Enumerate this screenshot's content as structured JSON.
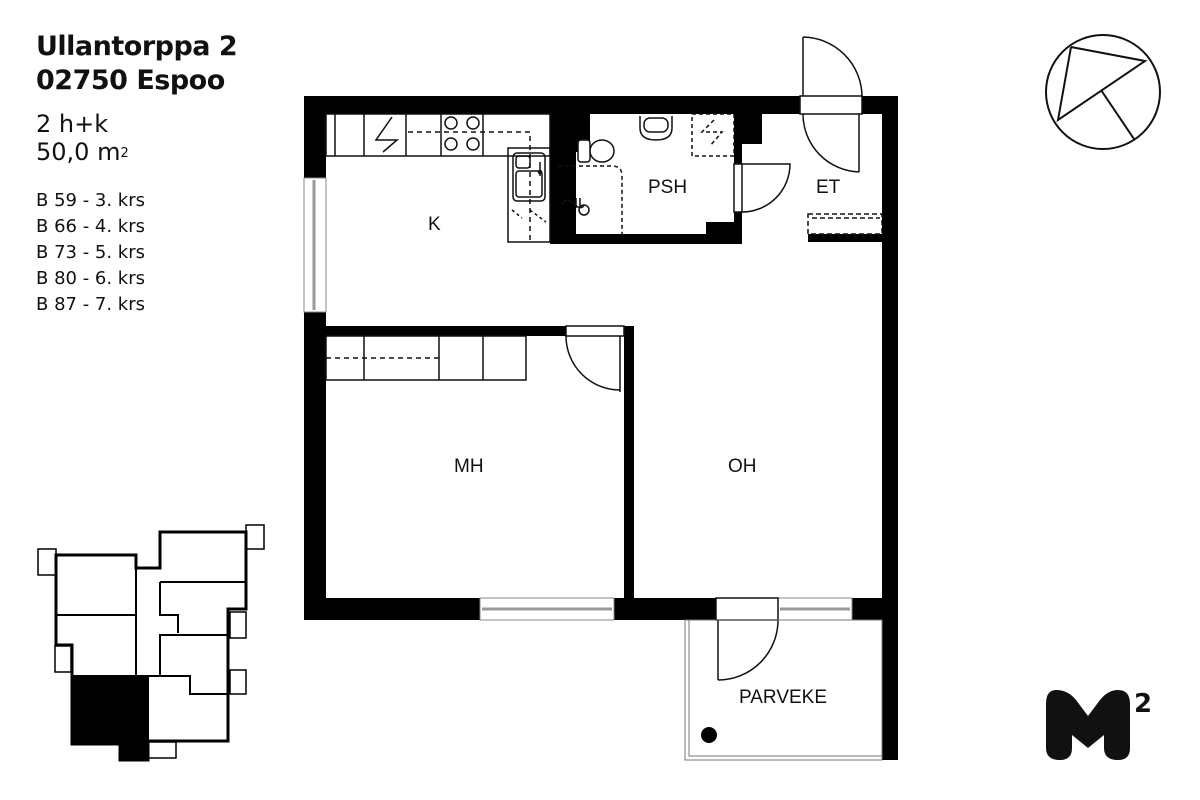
{
  "header": {
    "address_line1": "Ullantorppa 2",
    "address_line2": "02750 Espoo",
    "apartment_type": "2 h+k",
    "area_value": "50,0 m",
    "area_unit_sup": "2"
  },
  "floors": [
    {
      "label": "B 59 - 3. krs"
    },
    {
      "label": "B 66 - 4. krs"
    },
    {
      "label": "B 73 - 5. krs"
    },
    {
      "label": "B 80 - 6. krs"
    },
    {
      "label": "B 87 - 7. krs"
    }
  ],
  "rooms": {
    "kitchen": "K",
    "bathroom": "PSH",
    "entrance": "ET",
    "bedroom": "MH",
    "living_room": "OH",
    "balcony": "PARVEKE"
  },
  "logo": {
    "letter": "M",
    "superscript": "2"
  },
  "colors": {
    "wall": "#000000",
    "background": "#ffffff",
    "window": "#aaaaaa"
  }
}
